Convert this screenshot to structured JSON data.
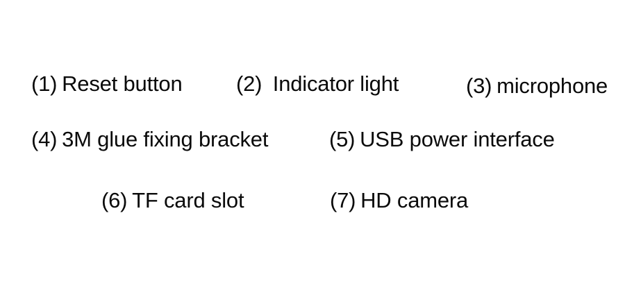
{
  "page": {
    "background": "#ffffff",
    "text_color": "#0a0a0a"
  },
  "parts_legend": {
    "items": [
      {
        "number": "(1)",
        "label": "Reset button"
      },
      {
        "number": "(2)",
        "label": "Indicator light"
      },
      {
        "number": "(3)",
        "label": "microphone"
      },
      {
        "number": "(4)",
        "label": "3M glue fixing bracket"
      },
      {
        "number": "(5)",
        "label": "USB power interface"
      },
      {
        "number": "(6)",
        "label": "TF card slot"
      },
      {
        "number": "(7)",
        "label": "HD camera"
      }
    ]
  }
}
